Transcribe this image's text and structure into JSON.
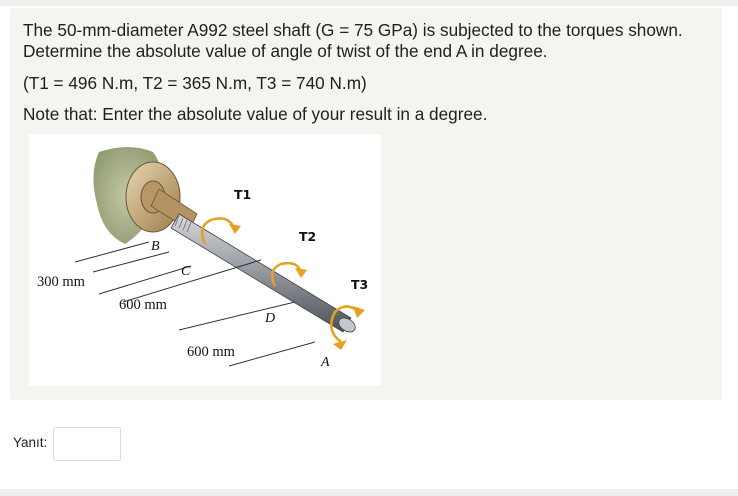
{
  "question": {
    "line1": "The 50-mm-diameter A992 steel shaft (G = 75 GPa) is subjected to the torques shown.",
    "line2": "Determine the absolute value of angle of twist of the end A in degree.",
    "line3": "(T1 = 496 N.m, T2 = 365 N.m, T3 = 740 N.m)",
    "line4": "Note that: Enter the absolute value of your result in a degree."
  },
  "figure": {
    "torque_labels": {
      "t1": "T1",
      "t2": "T2",
      "t3": "T3"
    },
    "point_labels": {
      "b": "B",
      "c": "C",
      "d": "D",
      "a": "A"
    },
    "dimensions": {
      "d1": "300 mm",
      "d2": "600 mm",
      "d3": "600 mm"
    },
    "colors": {
      "arrow": "#e8a020",
      "shaft": "#8a8d92",
      "wall": "#a9b38a"
    }
  },
  "answer": {
    "label": "Yanıt:",
    "value": ""
  }
}
